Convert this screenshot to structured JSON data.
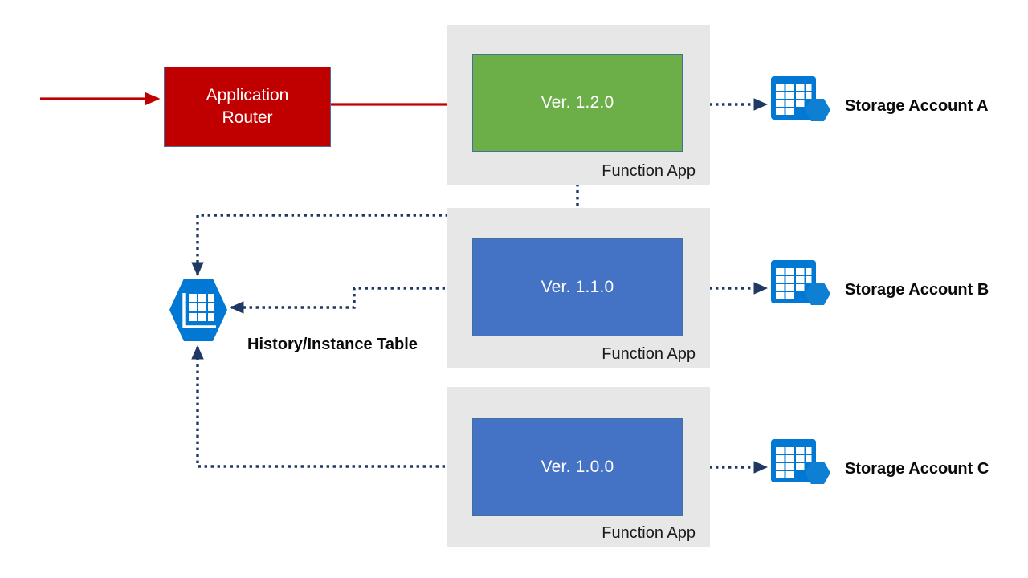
{
  "diagram": {
    "title": "Azure Functions versioned deployment with shared history/instance table",
    "colors": {
      "red": "#C00000",
      "green": "#6CAE48",
      "blue": "#4472C4",
      "gray_container": "#E7E7E7",
      "azure_blue": "#0078D4",
      "arrow_navy": "#1F3864",
      "box_border": "#41719C"
    }
  },
  "router": {
    "line1": "Application",
    "line2": "Router"
  },
  "function_apps": [
    {
      "version_label": "Ver. 1.2.0",
      "container_label": "Function App",
      "color": "green"
    },
    {
      "version_label": "Ver. 1.1.0",
      "container_label": "Function App",
      "color": "blue"
    },
    {
      "version_label": "Ver. 1.0.0",
      "container_label": "Function App",
      "color": "blue"
    }
  ],
  "storage_accounts": [
    {
      "label": "Storage Account A",
      "icon": "azure-storage-table-icon"
    },
    {
      "label": "Storage Account B",
      "icon": "azure-storage-table-icon"
    },
    {
      "label": "Storage Account C",
      "icon": "azure-storage-table-icon"
    }
  ],
  "history_table": {
    "label": "History/Instance Table",
    "icon": "azure-table-hexagon-icon"
  }
}
